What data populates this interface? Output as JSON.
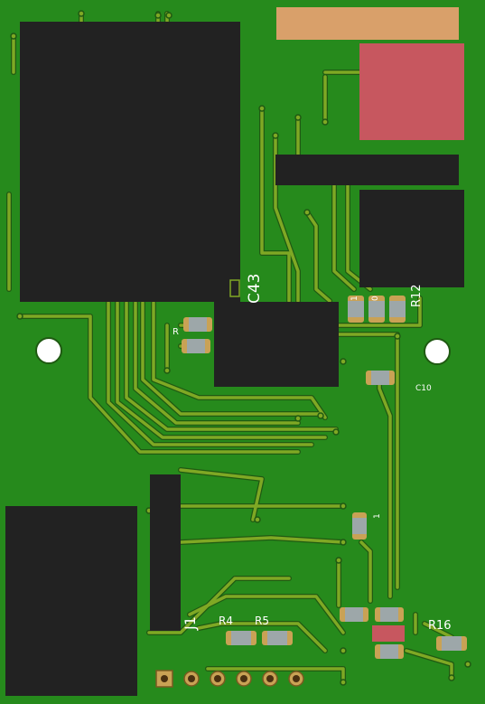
{
  "colors": {
    "board": "#268a1c",
    "trace": "#7fa824",
    "trace_edge": "#1f5a12",
    "ic_body": "#222222",
    "pad_copper": "#c9a255",
    "smd_body": "#9da7a9",
    "resistor_red": "#c7575f",
    "label_orange": "#d9a06a",
    "hole": "#ffffff"
  },
  "designators": {
    "c43": "C43",
    "r12": "R12",
    "c10": "C10",
    "r_left": "R",
    "r4": "R4",
    "r5": "R5",
    "r16": "R16",
    "j1": "J1",
    "small_1": "1",
    "small_0": "0",
    "small_1b": "1"
  }
}
